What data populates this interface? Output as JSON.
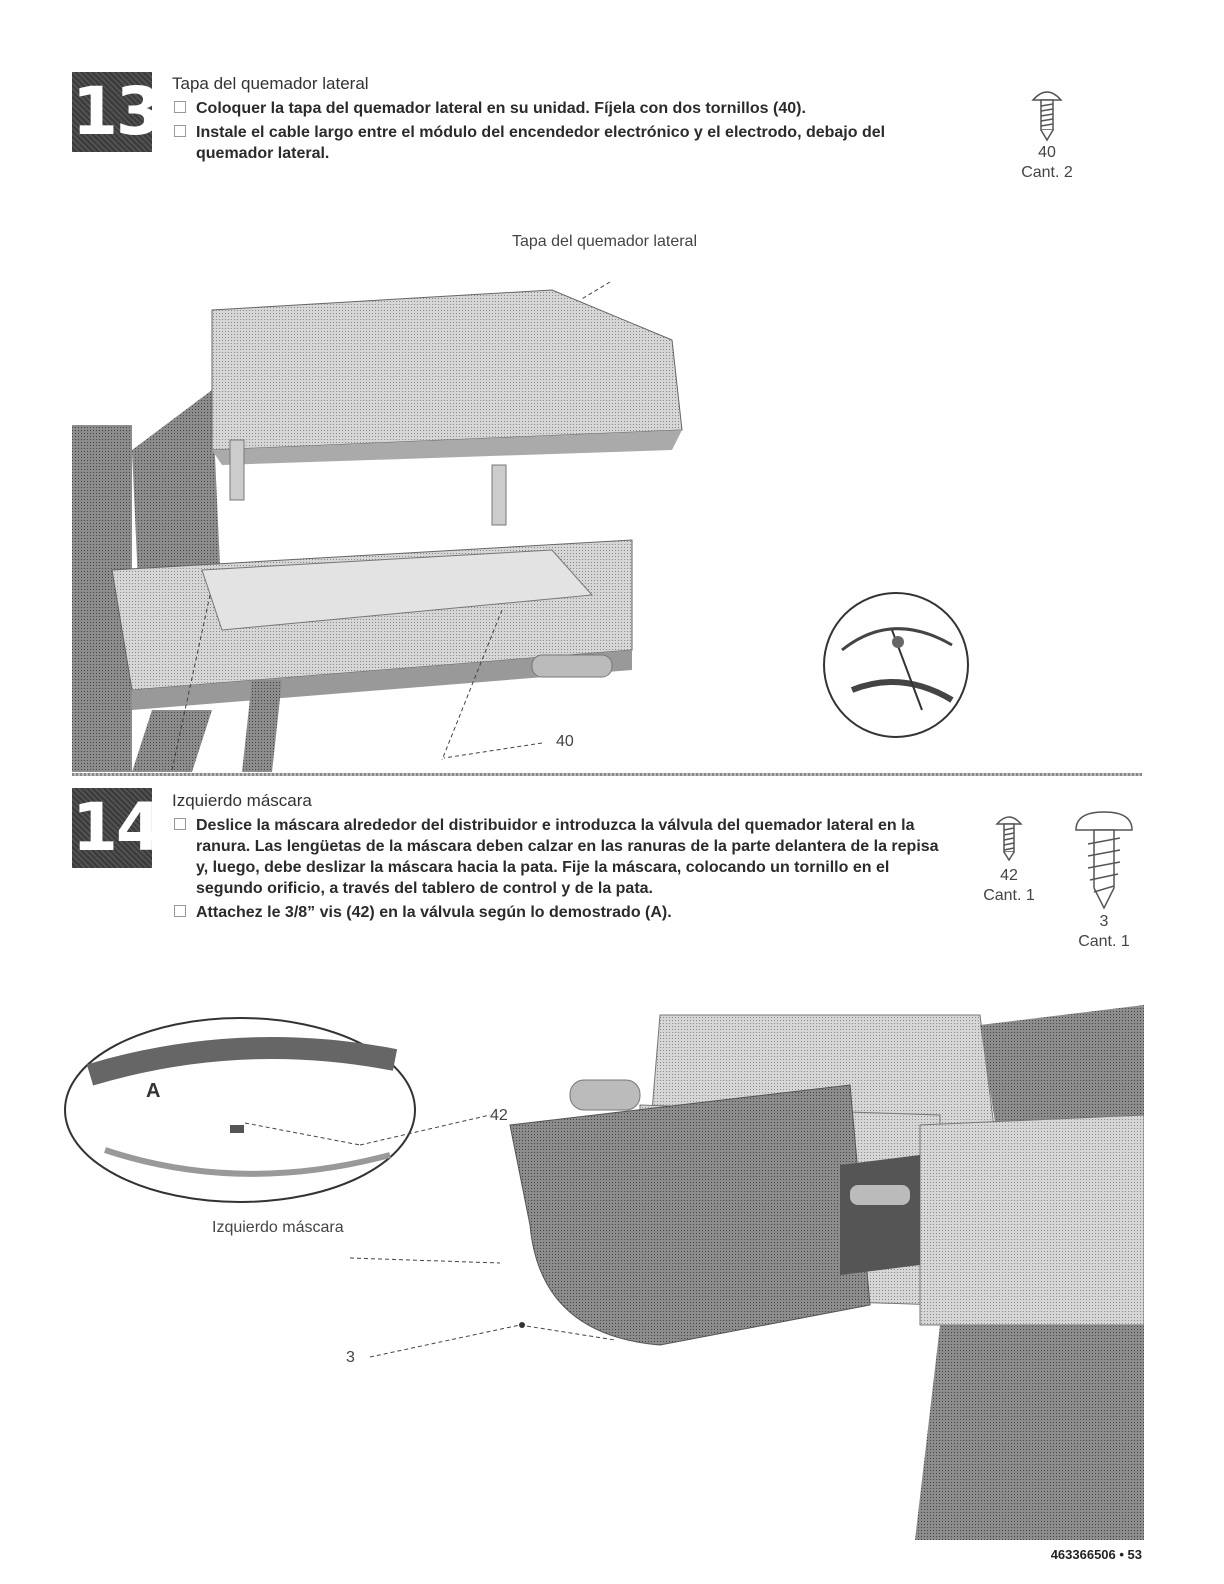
{
  "steps": [
    {
      "number": "13",
      "title": "Tapa del quemador lateral",
      "bullets": [
        "Coloquer la tapa del quemador lateral en su unidad. Fíjela con dos tornillos (40).",
        "Instale el cable largo entre el módulo del encendedor electrónico y el electrodo, debajo del quemador lateral."
      ],
      "hardware": [
        {
          "part": "40",
          "qty": "Cant. 2"
        }
      ],
      "callouts": {
        "lid": "Tapa del quemador lateral",
        "screw": "40"
      }
    },
    {
      "number": "14",
      "title": "Izquierdo máscara",
      "bullets": [
        "Deslice la máscara alrededor del distribuidor e introduzca la válvula del quemador lateral en la ranura. Las lengüetas de la máscara deben calzar en las ranuras de la parte delantera de la repisa y, luego, debe deslizar la máscara hacia la pata. Fije la máscara, colocando un tornillo en el segundo orificio, a través del tablero de control y de la pata.",
        "Attachez le 3/8” vis (42) en la válvula según lo demostrado (A)."
      ],
      "hardware": [
        {
          "part": "42",
          "qty": "Cant. 1"
        },
        {
          "part": "3",
          "qty": "Cant. 1"
        }
      ],
      "callouts": {
        "detail": "A",
        "screw_42": "42",
        "mask": "Izquierdo máscara",
        "screw_3": "3"
      }
    }
  ],
  "footer": "463366506 • 53"
}
